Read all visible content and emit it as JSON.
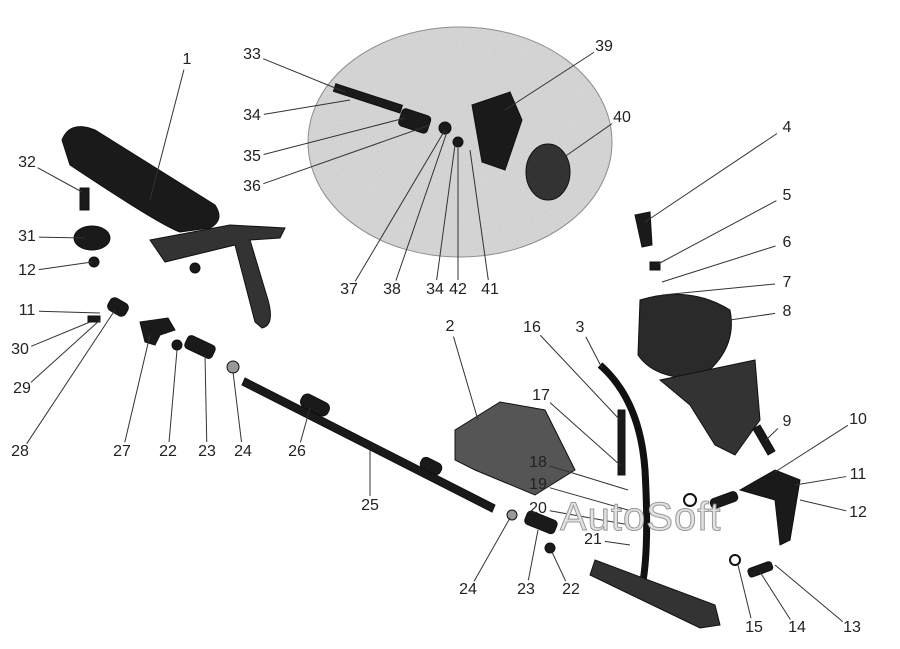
{
  "diagram": {
    "callouts": [
      "1",
      "33",
      "39",
      "34",
      "40",
      "35",
      "36",
      "4",
      "32",
      "5",
      "31",
      "6",
      "12",
      "7",
      "37",
      "38",
      "34",
      "42",
      "41",
      "11",
      "8",
      "30",
      "2",
      "16",
      "3",
      "29",
      "17",
      "9",
      "10",
      "28",
      "27",
      "22",
      "23",
      "24",
      "26",
      "18",
      "11",
      "19",
      "25",
      "20",
      "12",
      "21",
      "24",
      "23",
      "22",
      "15",
      "14",
      "13"
    ]
  },
  "watermark": "AutoSoft"
}
